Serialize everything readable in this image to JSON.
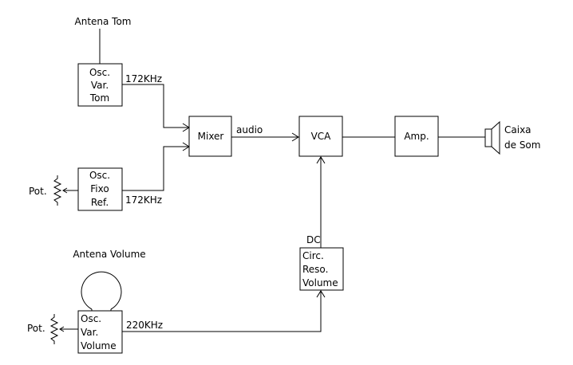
{
  "blocks": {
    "osc_var_tom": [
      "Osc.",
      "Var.",
      "Tom"
    ],
    "osc_fixo_ref": [
      "Osc.",
      "Fixo",
      "Ref."
    ],
    "mixer": "Mixer",
    "vca": "VCA",
    "amp": "Amp.",
    "circ_reso_volume": [
      "Circ.",
      "Reso.",
      "Volume"
    ],
    "osc_var_volume": [
      "Osc.",
      "Var.",
      "Volume"
    ]
  },
  "labels": {
    "antena_tom": "Antena Tom",
    "antena_volume": "Antena Volume",
    "freq_tom": "172KHz",
    "freq_ref": "172KHz",
    "freq_volume": "220KHz",
    "audio": "audio",
    "dc": "DC",
    "pot_ref": "Pot.",
    "pot_volume": "Pot.",
    "caixa_de_som": [
      "Caixa",
      "de Som"
    ]
  },
  "colors": {
    "stroke": "#000000",
    "background": "#ffffff"
  },
  "icons": {
    "speaker": "speaker-icon",
    "potentiometer": "potentiometer-icon",
    "loop_antenna": "loop-antenna-icon"
  }
}
